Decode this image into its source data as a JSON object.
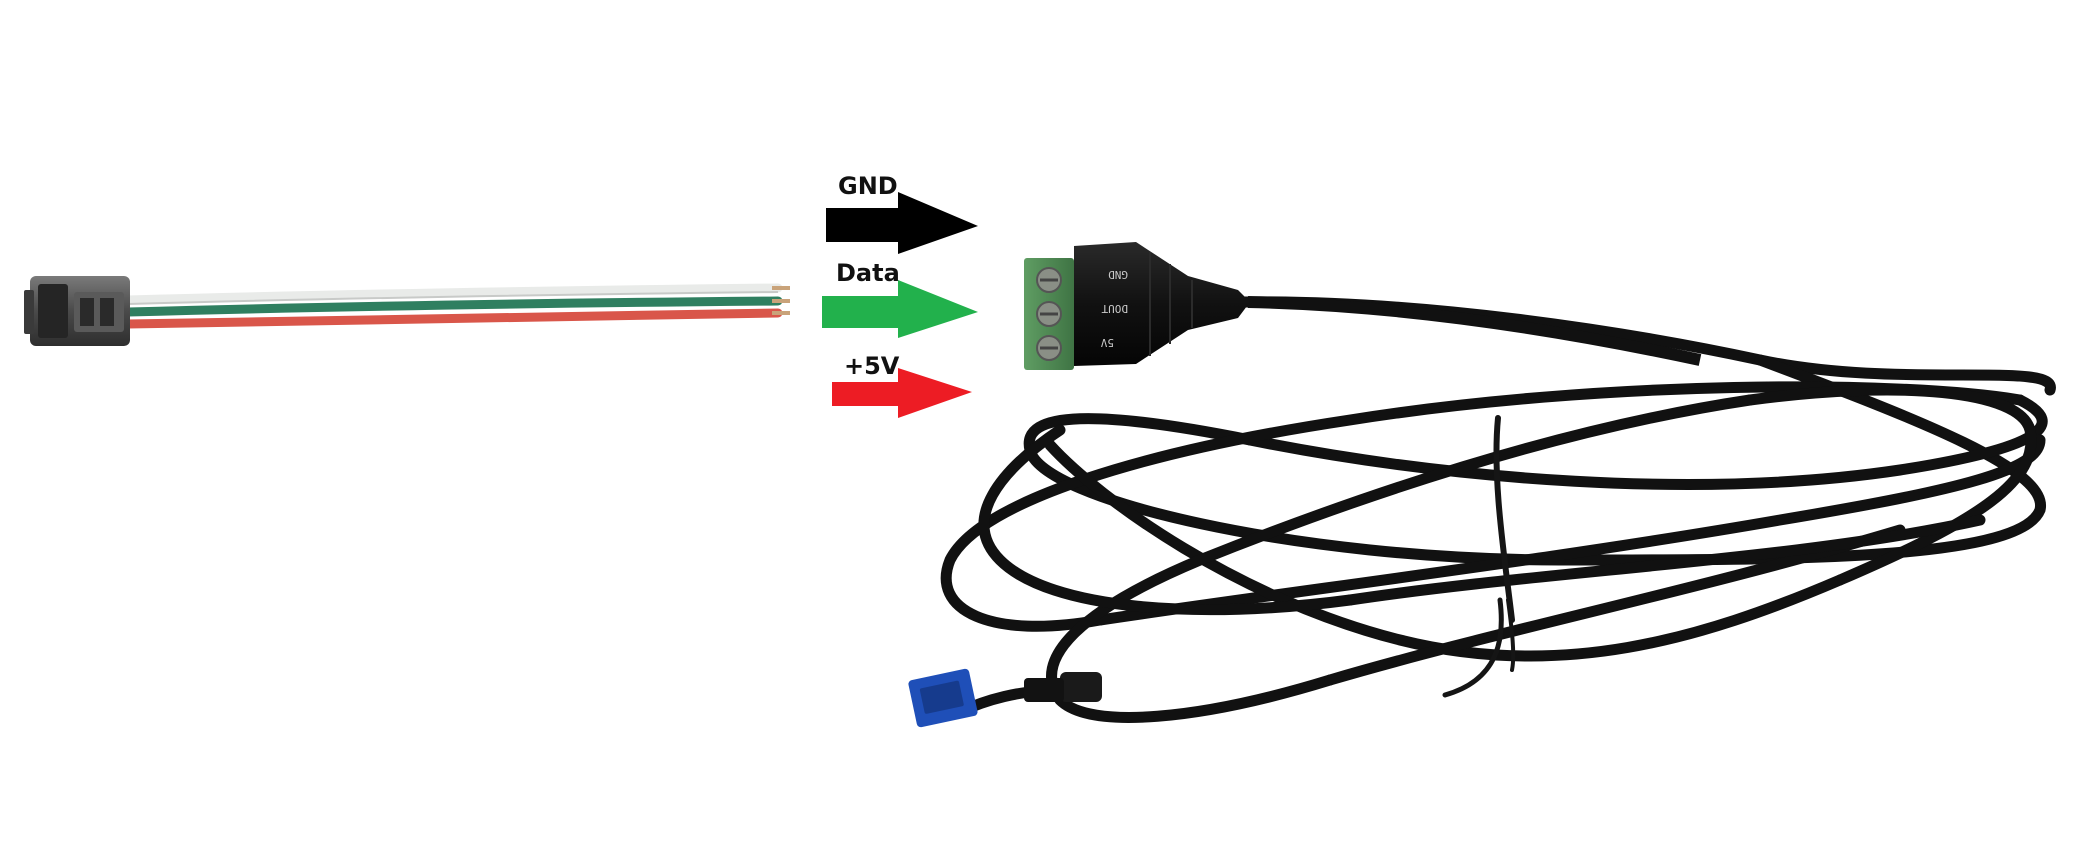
{
  "labels": {
    "gnd": "GND",
    "data": "Data",
    "power": "+5V"
  },
  "terminal_block": {
    "markings": [
      "GND",
      "DOUT",
      "5V"
    ]
  },
  "colors": {
    "gnd_arrow": "#000000",
    "data_arrow": "#22b14c",
    "power_arrow": "#ed1c24",
    "wire_white": "#e9ebe9",
    "wire_green": "#2f7f60",
    "wire_red": "#d9564a",
    "cable_black": "#111111",
    "terminal_green": "#4f8c52",
    "connector_blue": "#1f4fb8"
  }
}
